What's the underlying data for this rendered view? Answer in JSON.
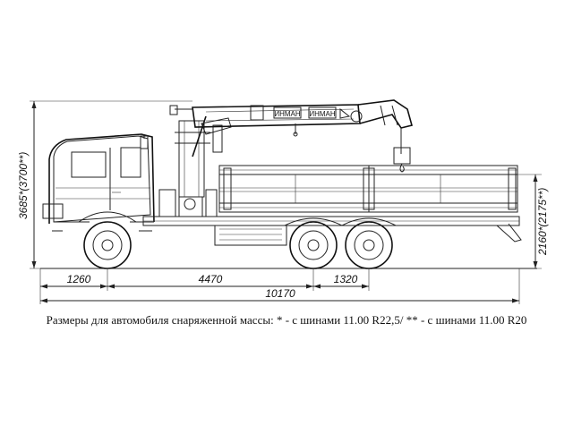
{
  "dimensions": {
    "front_overhang": "1260",
    "wheelbase_front": "4470",
    "rear_axle_spacing": "1320",
    "overall_length": "10170",
    "overall_height": "3685*(3700**)",
    "platform_height": "2160*(2175**)"
  },
  "crane_labels": {
    "label_left": "ИНМАН",
    "label_right": "ИНМАН"
  },
  "caption": "Размеры для автомобиля снаряженной массы: * - с шинами 11.00 R22,5/ ** - с шинами 11.00 R20"
}
